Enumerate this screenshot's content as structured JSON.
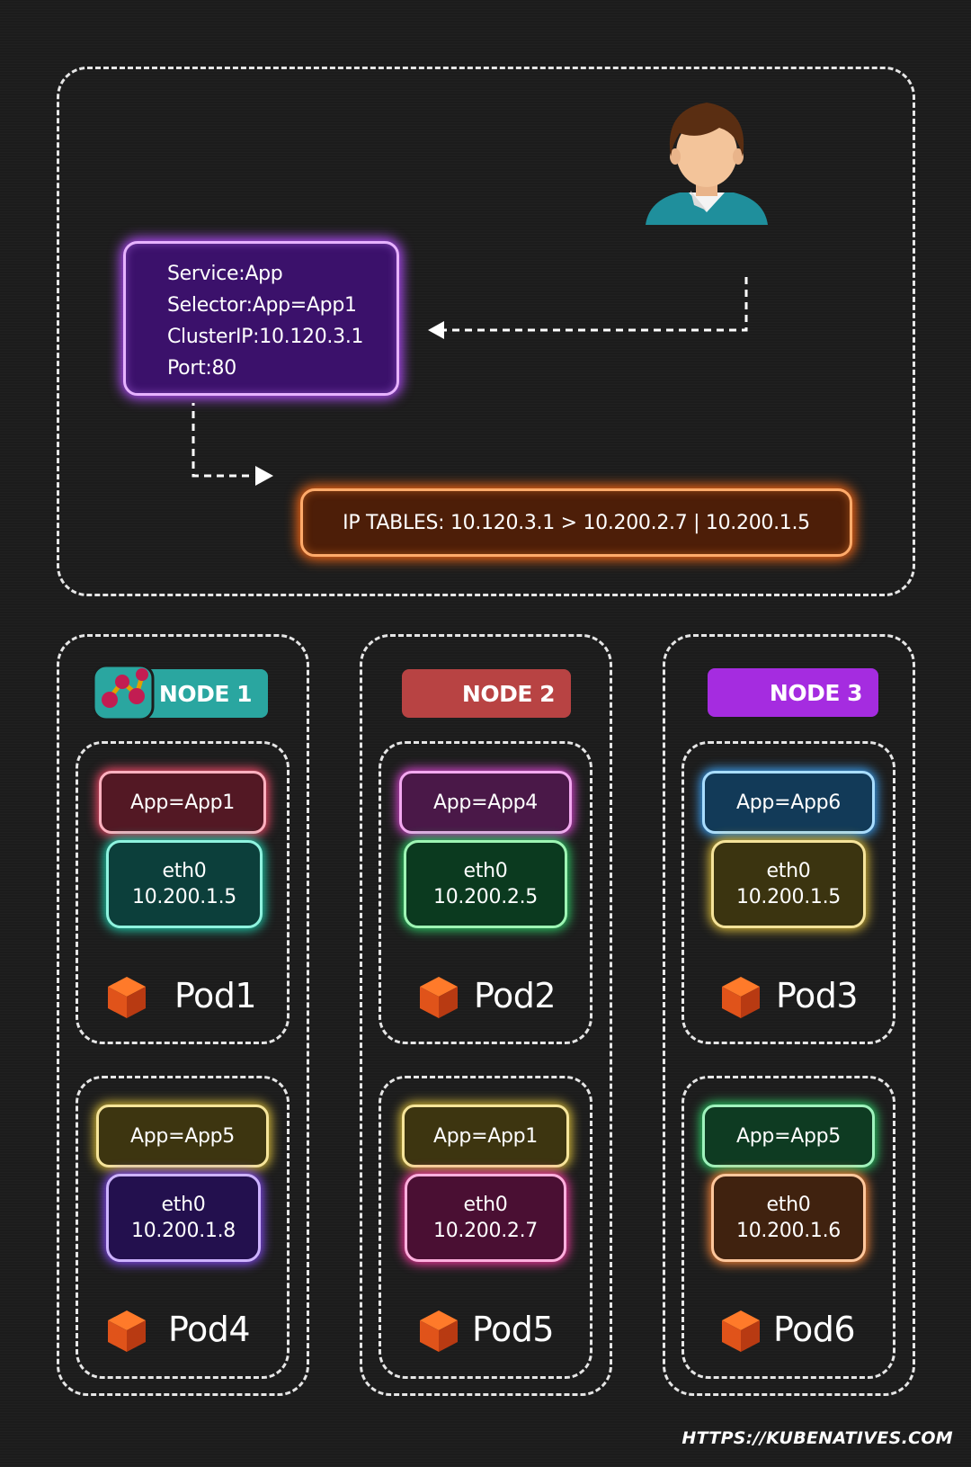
{
  "service": {
    "lines": [
      "Service:App",
      "Selector:App=App1",
      "ClusterIP:10.120.3.1",
      "Port:80"
    ]
  },
  "iptables": {
    "text": "IP TABLES: 10.120.3.1 > 10.200.2.7 | 10.200.1.5"
  },
  "nodes": [
    {
      "label": "NODE 1",
      "color": "#2aa6a0"
    },
    {
      "label": "NODE 2",
      "color": "#b84343"
    },
    {
      "label": "NODE 3",
      "color": "#a52ce0"
    }
  ],
  "pods": [
    {
      "name": "Pod1",
      "app": "App=App1",
      "eth": "eth0",
      "ip": "10.200.1.5"
    },
    {
      "name": "Pod2",
      "app": "App=App4",
      "eth": "eth0",
      "ip": "10.200.2.5"
    },
    {
      "name": "Pod3",
      "app": "App=App6",
      "eth": "eth0",
      "ip": "10.200.1.5"
    },
    {
      "name": "Pod4",
      "app": "App=App5",
      "eth": "eth0",
      "ip": "10.200.1.8"
    },
    {
      "name": "Pod5",
      "app": "App=App1",
      "eth": "eth0",
      "ip": "10.200.2.7"
    },
    {
      "name": "Pod6",
      "app": "App=App5",
      "eth": "eth0",
      "ip": "10.200.1.6"
    }
  ],
  "footer": {
    "url": "HTTPS://KUBENATIVES.COM"
  },
  "icons": [
    "user-avatar-icon",
    "graph-nodes-icon",
    "cube-icon",
    "arrow-left-icon",
    "arrow-right-icon"
  ]
}
